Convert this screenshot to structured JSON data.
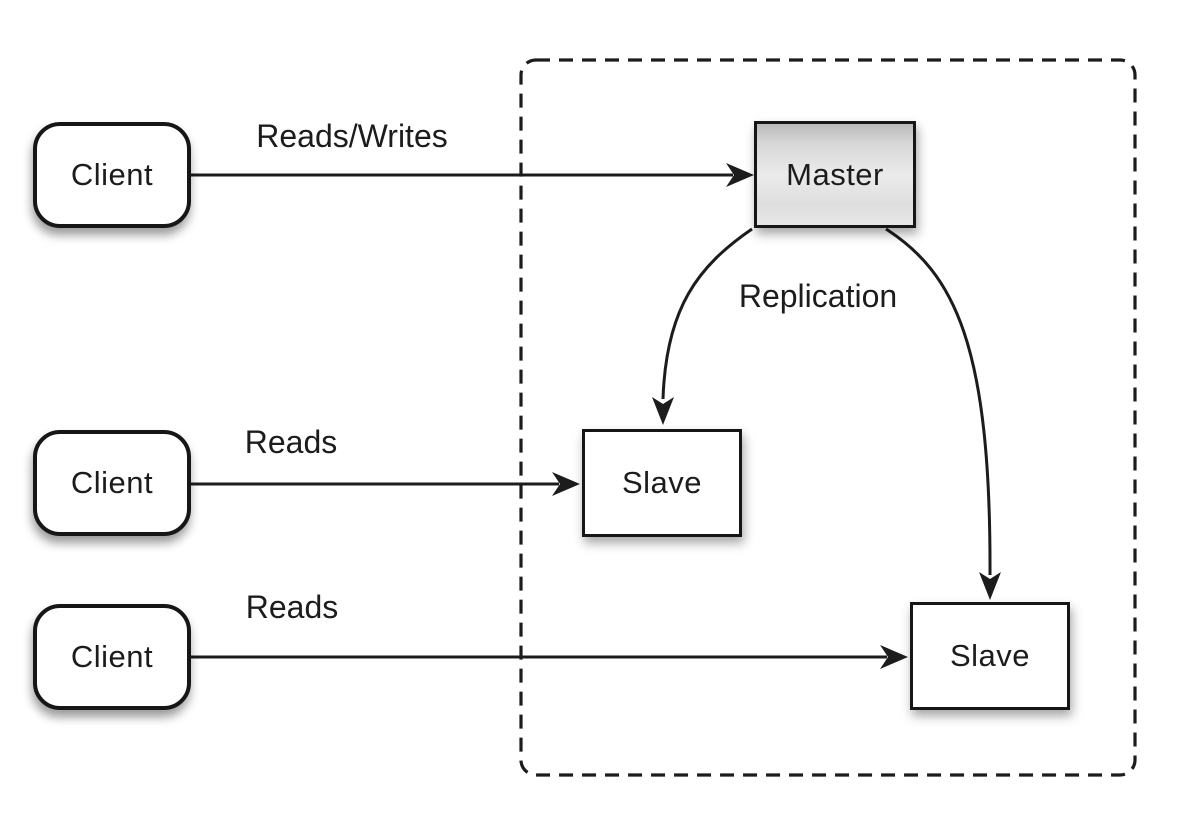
{
  "nodes": {
    "client_top": {
      "label": "Client"
    },
    "client_middle": {
      "label": "Client"
    },
    "client_bottom": {
      "label": "Client"
    },
    "master": {
      "label": "Master"
    },
    "slave_left": {
      "label": "Slave"
    },
    "slave_right": {
      "label": "Slave"
    }
  },
  "edge_labels": {
    "reads_writes": "Reads/Writes",
    "reads_middle": "Reads",
    "reads_bottom": "Reads",
    "replication": "Replication"
  },
  "colors": {
    "background": "#ffffff",
    "stroke": "#1c1c1c",
    "node_fill": "#ffffff",
    "master_gradient_top": "#b9b9b9",
    "master_gradient_mid": "#ebebeb",
    "master_gradient_bottom": "#e7e7e7"
  }
}
